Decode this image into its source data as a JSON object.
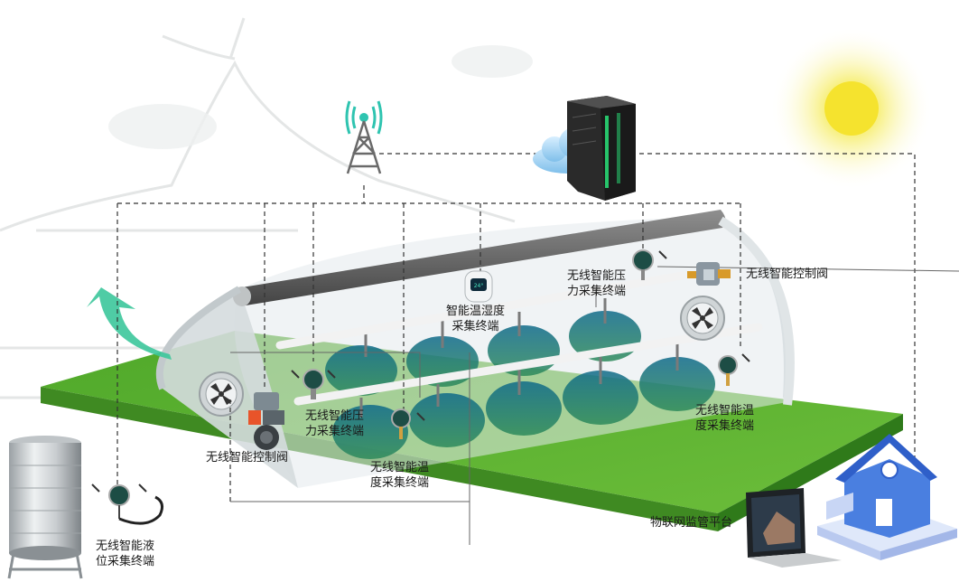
{
  "labels": {
    "valve_right": "无线智能控制阀",
    "pressure_top": [
      "无线智能压",
      "力采集终端"
    ],
    "temp_humidity": [
      "智能温湿度",
      "采集终端"
    ],
    "pressure_mid": [
      "无线智能压",
      "力采集终端"
    ],
    "valve_left": "无线智能控制阀",
    "temp_mid": [
      "无线智能温",
      "度采集终端"
    ],
    "temp_right": [
      "无线智能温",
      "度采集终端"
    ],
    "level_sensor": [
      "无线智能液",
      "位采集终端"
    ],
    "iot_platform": "物联网监管平台"
  },
  "icons": [
    "sun-icon",
    "cloud-icon",
    "server-icon",
    "signal-tower-icon",
    "arrow-icon",
    "fan-icon",
    "water-tank-icon",
    "laptop-icon",
    "house-icon",
    "sensor-icon",
    "valve-icon"
  ],
  "colors": {
    "ground": "#5aa832",
    "greenhouse": "#dfe6e9",
    "sun": "#f4e23a",
    "arrow": "#2fbf9a",
    "house": "#3b6fd6",
    "cloud": "#8fc8f0"
  }
}
